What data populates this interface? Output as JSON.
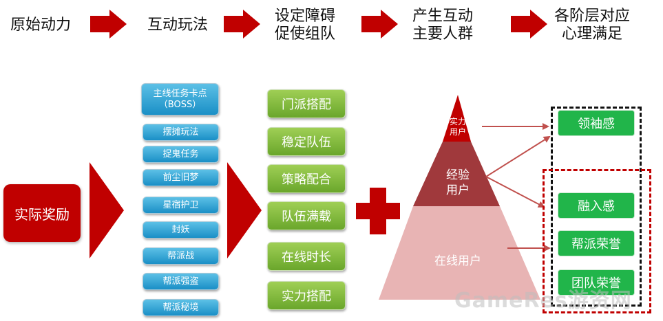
{
  "header": [
    "原始动力",
    "互动玩法",
    "设定障碍\n促使组队",
    "产生互动\n主要人群",
    "各阶层对应\n心理满足"
  ],
  "reward_label": "实际奖励",
  "activities": [
    "主线任务卡点\n（BOSS）",
    "摆摊玩法",
    "捉鬼任务",
    "前尘旧梦",
    "星宿护卫",
    "封妖",
    "帮派战",
    "帮派强盗",
    "帮派秘境"
  ],
  "obstacles": [
    "门派搭配",
    "稳定队伍",
    "策略配合",
    "队伍满载",
    "在线时长",
    "实力搭配"
  ],
  "pyramid": {
    "top": "实力\n用户",
    "middle": "经验\n用户",
    "bottom": "在线用户"
  },
  "satisfactions": [
    "领袖感",
    "融入感",
    "帮派荣誉",
    "团队荣誉"
  ],
  "watermark": "GameRes游资网",
  "colors": {
    "accent_red": "#c00000",
    "blue_box": "#1a8fc6",
    "green_box": "#6aa62b",
    "bright_green": "#21b54a",
    "pyramid_top": "#c00000",
    "pyramid_mid": "#a0393c",
    "pyramid_bottom": "#e8b4b4"
  }
}
